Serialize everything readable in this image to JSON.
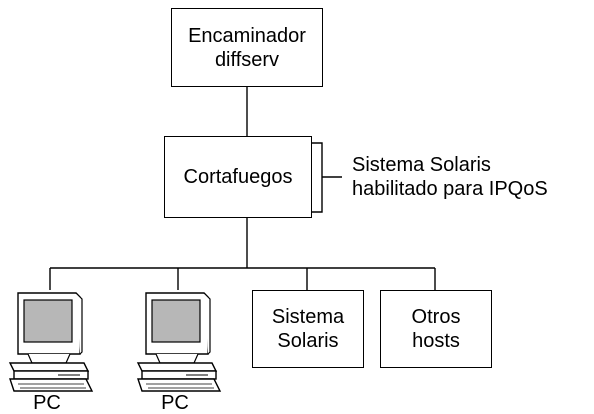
{
  "nodes": {
    "router": "Encaminador\ndiffserv",
    "firewall": "Cortafuegos",
    "solaris_system": "Sistema\nSolaris",
    "other_hosts": "Otros\nhosts"
  },
  "annotation": "Sistema Solaris\nhabilitado para IPQoS",
  "pcs": [
    {
      "label": "PC"
    },
    {
      "label": "PC"
    }
  ]
}
